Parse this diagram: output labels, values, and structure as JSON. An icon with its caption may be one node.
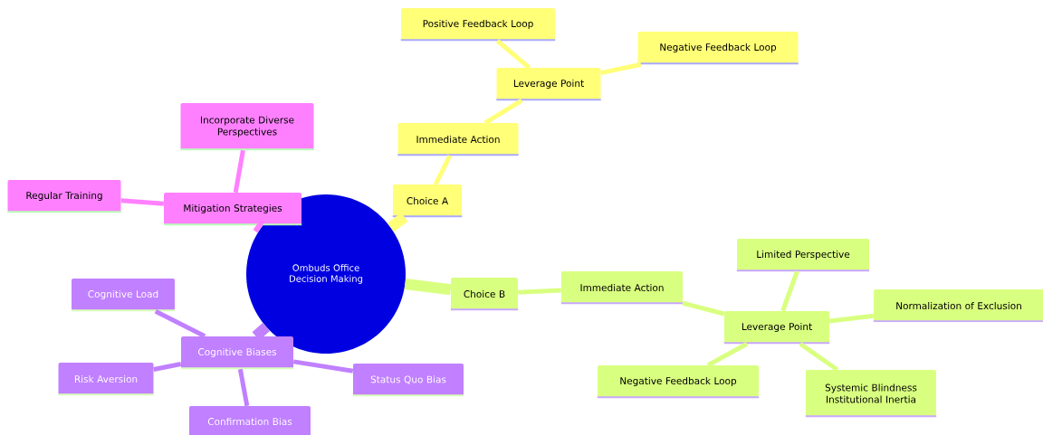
{
  "diagram": {
    "nodes": [
      {
        "text": [
          "Ombuds Office Decision Making"
        ]
      },
      {
        "text": [
          "Choice A"
        ]
      },
      {
        "text": [
          "Immediate Action"
        ]
      },
      {
        "text": [
          "Leverage Point"
        ]
      },
      {
        "text": [
          "Positive Feedback Loop"
        ]
      },
      {
        "text": [
          "Negative Feedback Loop"
        ]
      },
      {
        "text": [
          "Choice B"
        ]
      },
      {
        "text": [
          "Immediate Action"
        ]
      },
      {
        "text": [
          "Leverage Point"
        ]
      },
      {
        "text": [
          "Limited Perspective"
        ]
      },
      {
        "text": [
          "Normalization of Exclusion"
        ]
      },
      {
        "text": [
          "Negative Feedback Loop"
        ]
      },
      {
        "text": [
          "Systemic Blindness Institutional Inertia"
        ]
      },
      {
        "text": [
          "Mitigation Strategies"
        ]
      },
      {
        "text": [
          "Incorporate Diverse Perspectives"
        ]
      },
      {
        "text": [
          "Regular Training"
        ]
      },
      {
        "text": [
          "Cognitive Biases"
        ]
      },
      {
        "text": [
          "Cognitive Load"
        ]
      },
      {
        "text": [
          "Risk Aversion"
        ]
      },
      {
        "text": [
          "Status Quo Bias"
        ]
      },
      {
        "text": [
          "Confirmation Bias"
        ]
      }
    ],
    "edges": [
      {
        "from": 0,
        "to": 1,
        "arrow": "none",
        "style": "thick",
        "color": "#ffff78"
      },
      {
        "from": 1,
        "to": 2,
        "arrow": "none",
        "color": "#ffff78"
      },
      {
        "from": 2,
        "to": 3,
        "arrow": "none",
        "color": "#ffff78"
      },
      {
        "from": 3,
        "to": 4,
        "arrow": "none",
        "color": "#ffff78"
      },
      {
        "from": 3,
        "to": 5,
        "arrow": "none",
        "color": "#ffff78"
      },
      {
        "from": 0,
        "to": 6,
        "arrow": "none",
        "style": "thick",
        "color": "#d9ff80"
      },
      {
        "from": 6,
        "to": 7,
        "arrow": "none",
        "color": "#d9ff80"
      },
      {
        "from": 7,
        "to": 8,
        "arrow": "none",
        "color": "#d9ff80"
      },
      {
        "from": 8,
        "to": 9,
        "arrow": "none",
        "color": "#d9ff80"
      },
      {
        "from": 8,
        "to": 10,
        "arrow": "none",
        "color": "#d9ff80"
      },
      {
        "from": 8,
        "to": 11,
        "arrow": "none",
        "color": "#d9ff80"
      },
      {
        "from": 8,
        "to": 12,
        "arrow": "none",
        "color": "#d9ff80"
      },
      {
        "from": 0,
        "to": 13,
        "arrow": "none",
        "style": "thick",
        "color": "#ff80ff"
      },
      {
        "from": 13,
        "to": 14,
        "arrow": "none",
        "color": "#ff80ff"
      },
      {
        "from": 13,
        "to": 15,
        "arrow": "none",
        "color": "#ff80ff"
      },
      {
        "from": 0,
        "to": 16,
        "arrow": "none",
        "style": "thick",
        "color": "#c080ff"
      },
      {
        "from": 16,
        "to": 17,
        "arrow": "none",
        "color": "#c080ff"
      },
      {
        "from": 16,
        "to": 18,
        "arrow": "none",
        "color": "#c080ff"
      },
      {
        "from": 16,
        "to": 19,
        "arrow": "none",
        "color": "#c080ff"
      },
      {
        "from": 16,
        "to": 20,
        "arrow": "none",
        "color": "#c080ff"
      }
    ]
  }
}
